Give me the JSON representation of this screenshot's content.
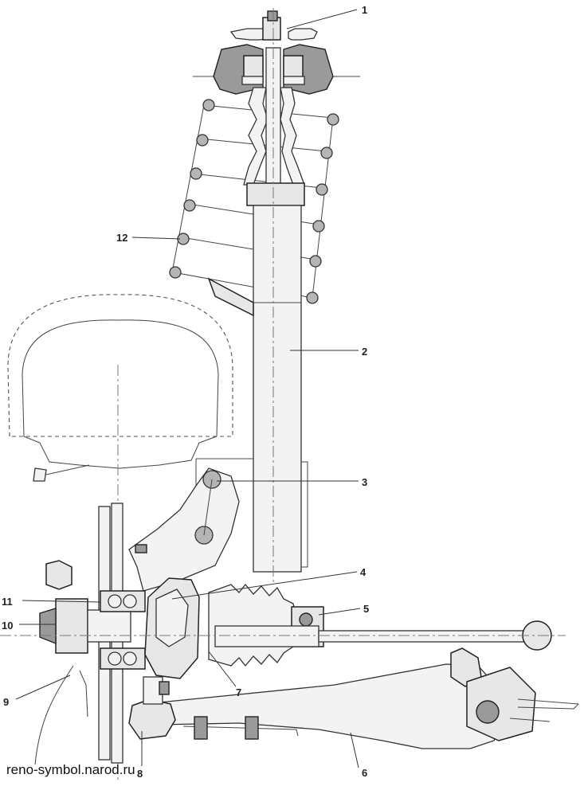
{
  "watermark": "reno-symbol.narod.ru",
  "callouts": {
    "c1": "1",
    "c2": "2",
    "c3": "3",
    "c4": "4",
    "c5": "5",
    "c6": "6",
    "c7": "7",
    "c8": "8",
    "c9": "9",
    "c10": "10",
    "c11": "11",
    "c12": "12"
  }
}
